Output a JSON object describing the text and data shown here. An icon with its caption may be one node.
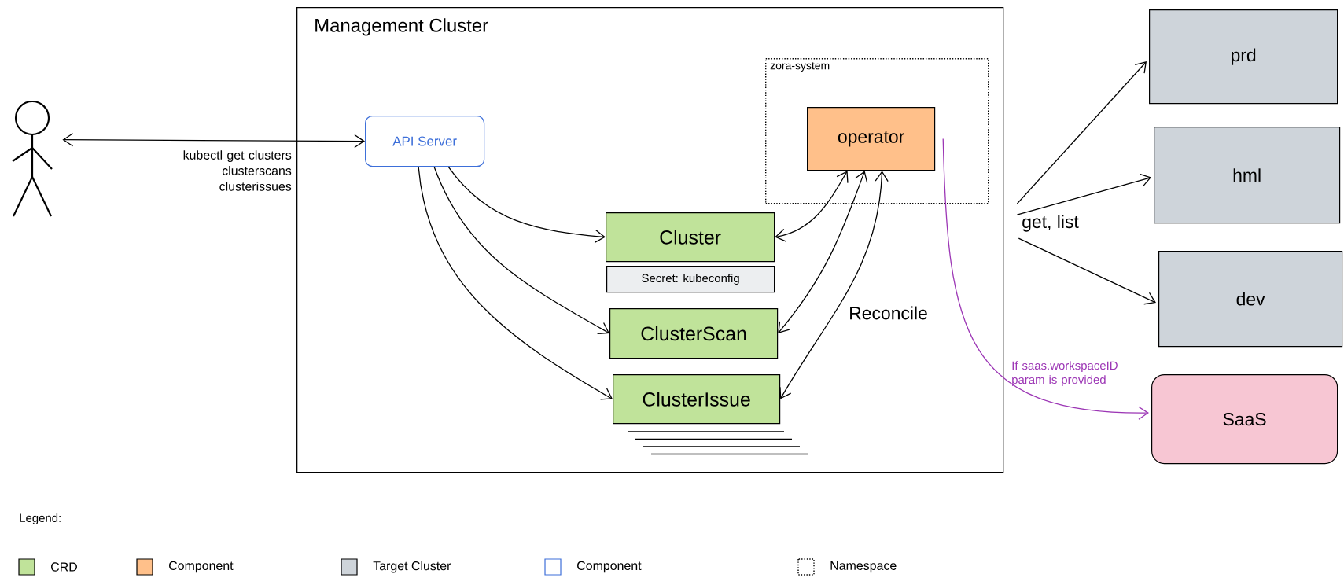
{
  "diagram": {
    "nodes": [
      {
        "text": [],
        "shape": "person"
      },
      {
        "text": [
          "Management Cluster"
        ]
      },
      {
        "text": [
          "zora-system"
        ],
        "in": 1
      },
      {
        "text": [
          "API Server"
        ],
        "in": 1
      },
      {
        "text": [
          "operator"
        ],
        "in": 2
      },
      {
        "text": [
          "Cluster"
        ],
        "in": 1
      },
      {
        "text": [
          "Secret: kubeconfig"
        ],
        "in": 1
      },
      {
        "text": [
          "ClusterScan"
        ],
        "in": 1
      },
      {
        "text": [
          "ClusterIssue"
        ],
        "in": 1
      },
      {
        "text": [
          "prd"
        ]
      },
      {
        "text": [
          "hml"
        ]
      },
      {
        "text": [
          "dev"
        ]
      },
      {
        "text": [
          "SaaS"
        ]
      }
    ],
    "edges": [
      {
        "from": 0,
        "to": 3,
        "arrow": "both",
        "label": "kubectl get clusters clusterscans clusterissues"
      },
      {
        "from": 3,
        "to": 5,
        "arrow": "to"
      },
      {
        "from": 3,
        "to": 7,
        "arrow": "to"
      },
      {
        "from": 3,
        "to": 8,
        "arrow": "to"
      },
      {
        "from": 4,
        "to": 5,
        "arrow": "both"
      },
      {
        "from": 4,
        "to": 7,
        "arrow": "both"
      },
      {
        "from": 4,
        "to": 8,
        "arrow": "both",
        "label": "Reconcile"
      },
      {
        "from": 1,
        "to": 9,
        "arrow": "to"
      },
      {
        "from": 1,
        "to": 10,
        "arrow": "to",
        "label": "get, list"
      },
      {
        "from": 1,
        "to": 11,
        "arrow": "to"
      },
      {
        "from": 4,
        "to": 12,
        "arrow": "to",
        "color": "#9c36b5",
        "label": "If saas.workspaceID param is provided"
      }
    ],
    "labels": [
      "Legend:"
    ],
    "legend": [
      {
        "text": "CRD",
        "color": "#c0e39a"
      },
      {
        "text": "Component",
        "color": "#ffc08a"
      },
      {
        "text": "Target Cluster",
        "color": "#ced4da"
      },
      {
        "text": "Component"
      },
      {
        "text": "Namespace"
      }
    ]
  }
}
